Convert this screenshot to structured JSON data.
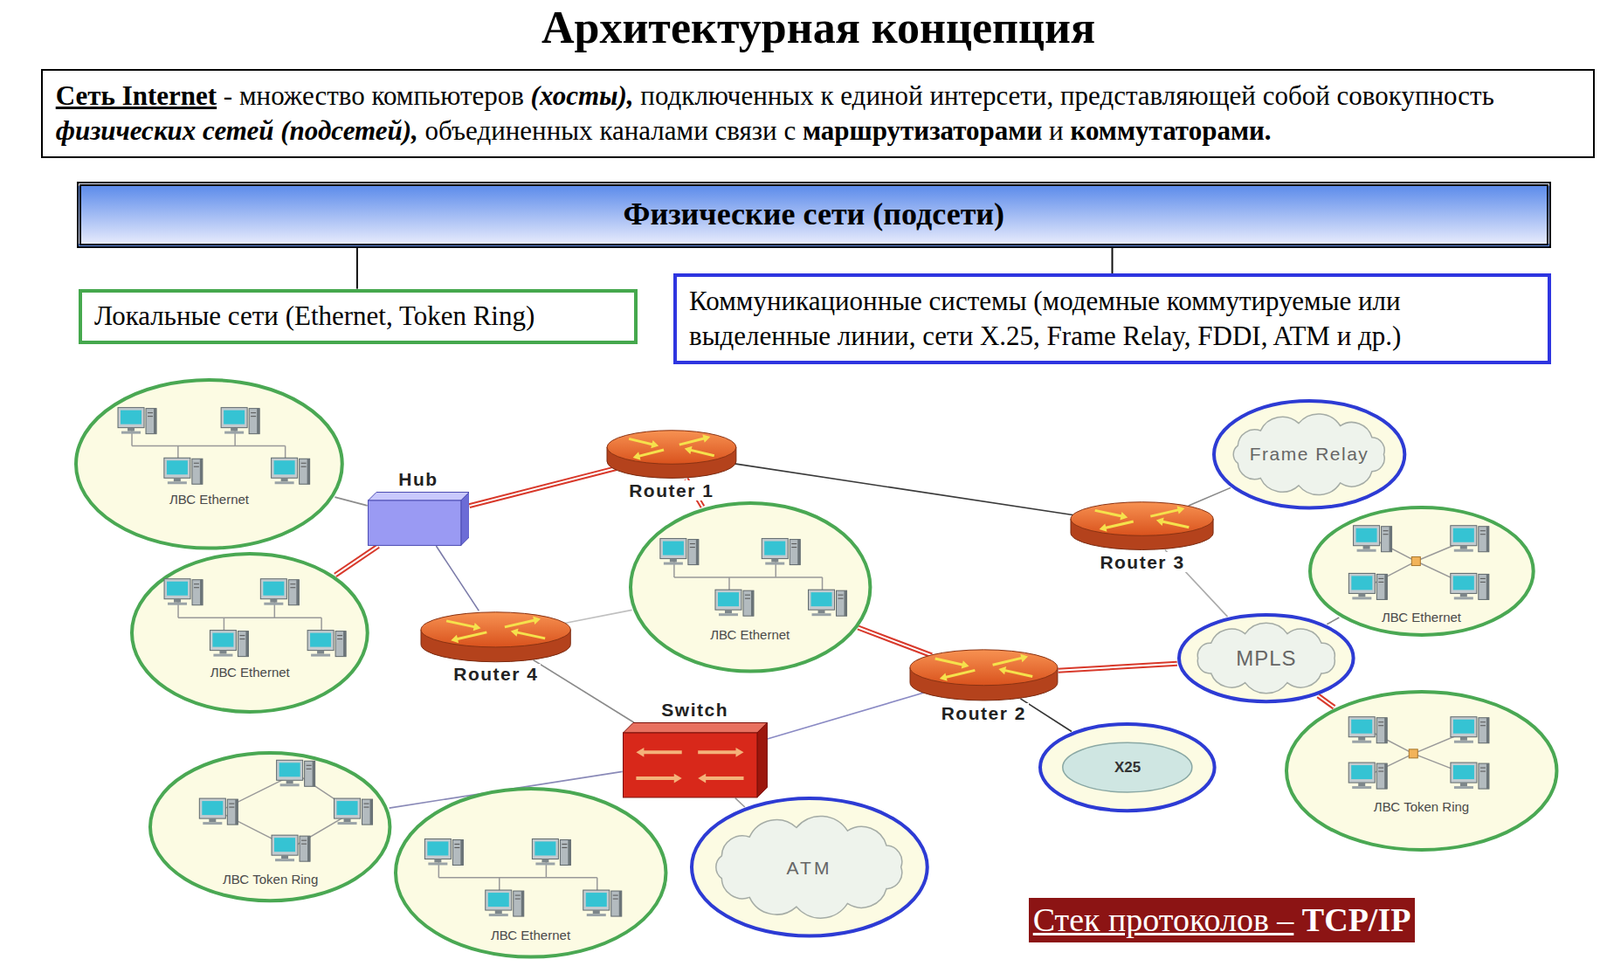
{
  "diagram": {
    "title": "Архитектурная концепция",
    "nodes": [
      {
        "text": [
          "Сеть Internet",
          "- множество компьютеров (хосты), подключенных к единой интерсети, представляющей собой совокупность физических сетей (подсетей), объединенных каналами связи с маршрутизаторами и коммутаторами."
        ]
      },
      {
        "text": [
          "Физические сети (подсети)"
        ]
      },
      {
        "text": [
          "Локальные сети (Ethernet, Token Ring)"
        ]
      },
      {
        "text": [
          "Коммуникационные системы (модемные коммутируемые или выделенные линии, сети X.25, Frame Relay, FDDI, ATM и др.)"
        ]
      },
      {
        "text": [
          "ЛВС Ethernet"
        ]
      },
      {
        "text": [
          "Hub"
        ]
      },
      {
        "text": [
          "Router 1"
        ]
      },
      {
        "text": [
          "Frame Relay"
        ]
      },
      {
        "text": [
          "Router 3"
        ]
      },
      {
        "text": [
          "ЛВС Ethernet"
        ]
      },
      {
        "text": [
          "ЛВС Ethernet"
        ]
      },
      {
        "text": [
          "ЛВС Ethernet"
        ]
      },
      {
        "text": [
          "Router 4"
        ]
      },
      {
        "text": [
          "MPLS"
        ]
      },
      {
        "text": [
          "Router 2"
        ]
      },
      {
        "text": [
          "Switch"
        ]
      },
      {
        "text": [
          "X25"
        ]
      },
      {
        "text": [
          "ЛВС Token Ring"
        ]
      },
      {
        "text": [
          "ЛВС Token Ring"
        ]
      },
      {
        "text": [
          "ЛВС Ethernet"
        ]
      },
      {
        "text": [
          "ATM"
        ]
      },
      {
        "text": [
          "Стек протоколов –",
          "TCP/IP"
        ]
      }
    ],
    "edges": [
      {
        "from": 1,
        "to": 2,
        "arrow": "none"
      },
      {
        "from": 1,
        "to": 3,
        "arrow": "none"
      },
      {
        "from": 4,
        "to": 5,
        "arrow": "none"
      },
      {
        "from": 5,
        "to": 6,
        "arrow": "none"
      },
      {
        "from": 5,
        "to": 11,
        "arrow": "none"
      },
      {
        "from": 5,
        "to": 12,
        "arrow": "none"
      },
      {
        "from": 6,
        "to": 9,
        "arrow": "none"
      },
      {
        "from": 6,
        "to": 8,
        "arrow": "none"
      },
      {
        "from": 8,
        "to": 7,
        "arrow": "none"
      },
      {
        "from": 8,
        "to": 13,
        "arrow": "none"
      },
      {
        "from": 12,
        "to": 9,
        "arrow": "none"
      },
      {
        "from": 12,
        "to": 15,
        "arrow": "none"
      },
      {
        "from": 15,
        "to": 18,
        "arrow": "none"
      },
      {
        "from": 15,
        "to": 20,
        "arrow": "none"
      },
      {
        "from": 15,
        "to": 14,
        "arrow": "none"
      },
      {
        "from": 9,
        "to": 14,
        "arrow": "none"
      },
      {
        "from": 14,
        "to": 13,
        "arrow": "none"
      },
      {
        "from": 14,
        "to": 16,
        "arrow": "none"
      },
      {
        "from": 13,
        "to": 10,
        "arrow": "none"
      },
      {
        "from": 13,
        "to": 17,
        "arrow": "none"
      }
    ]
  }
}
